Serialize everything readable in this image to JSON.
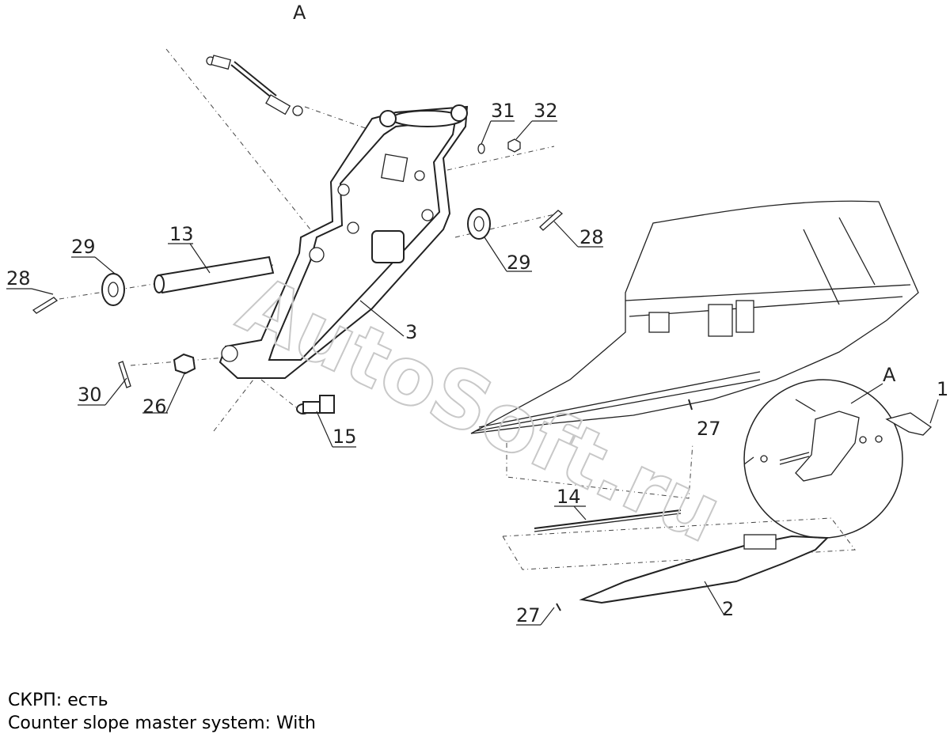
{
  "view_label": "A",
  "detail_label": "A",
  "watermark": "AutoSoft.ru",
  "callouts": [
    "1",
    "2",
    "3",
    "13",
    "14",
    "15",
    "26",
    "27",
    "27",
    "28",
    "28",
    "29",
    "29",
    "30",
    "31",
    "32"
  ],
  "caption": {
    "line1": "СКРП: есть",
    "line2": "Counter slope master system: With"
  }
}
